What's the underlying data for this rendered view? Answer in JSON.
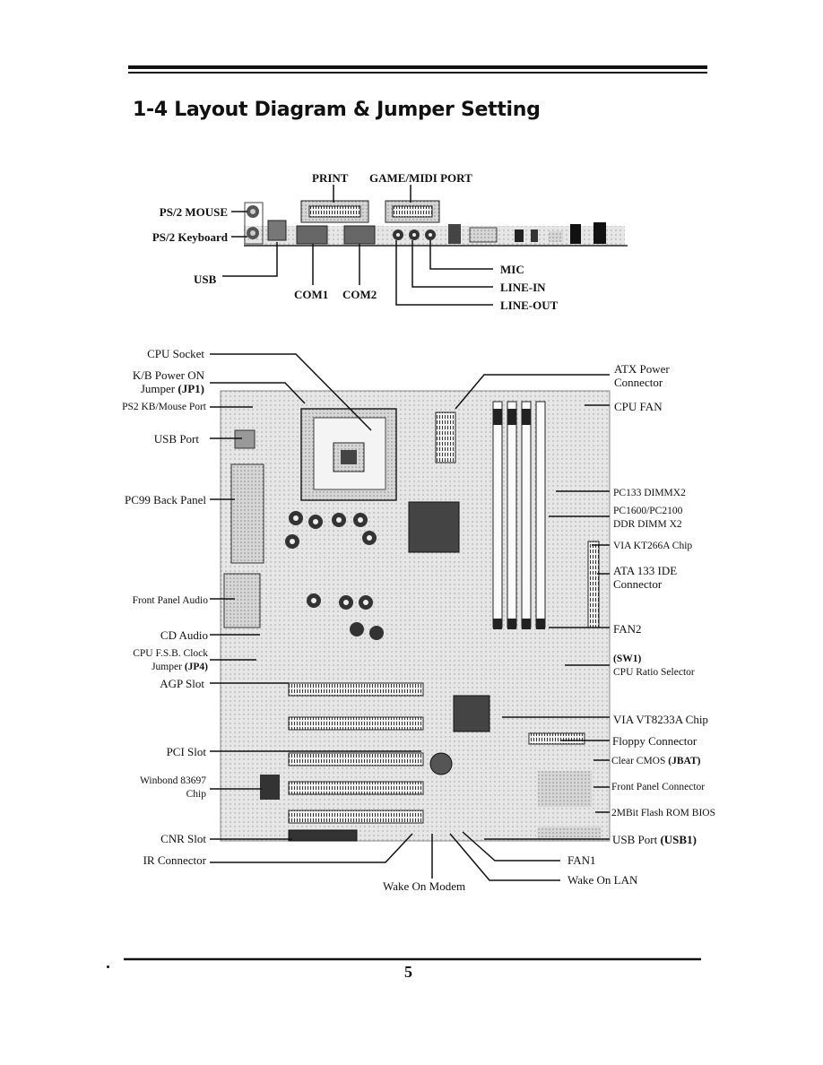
{
  "heading": "1-4 Layout Diagram & Jumper Setting",
  "io_labels": {
    "print": "PRINT",
    "game_midi": "GAME/MIDI PORT",
    "ps2_mouse": "PS/2 MOUSE",
    "ps2_keyboard": "PS/2 Keyboard",
    "usb": "USB",
    "com1": "COM1",
    "com2": "COM2",
    "mic": "MIC",
    "line_in": "LINE-IN",
    "line_out": "LINE-OUT"
  },
  "board_labels_left": {
    "cpu_socket": "CPU Socket",
    "kb_power_on_1": "K/B Power ON",
    "kb_power_on_2": "Jumper ",
    "kb_power_on_jp": "(JP1)",
    "ps2_kb_mouse_port": "PS2 KB/Mouse Port",
    "usb_port": "USB Port",
    "pc99_back_panel": "PC99 Back Panel",
    "front_panel_audio": "Front Panel Audio",
    "cd_audio": "CD Audio",
    "cpu_fsb_clock_1": "CPU F.S.B. Clock",
    "cpu_fsb_clock_2": "Jumper ",
    "cpu_fsb_clock_jp": "(JP4)",
    "agp_slot": "AGP Slot",
    "pci_slot": "PCI Slot",
    "winbond_1": "Winbond 83697",
    "winbond_2": "Chip",
    "cnr_slot": "CNR Slot",
    "ir_connector": "IR Connector"
  },
  "board_labels_right": {
    "atx_power_1": "ATX Power",
    "atx_power_2": "Connector",
    "cpu_fan": "CPU FAN",
    "pc133_dimm": "PC133 DIMMX2",
    "ddr_dimm_1": "PC1600/PC2100",
    "ddr_dimm_2": "DDR DIMM X2",
    "via_kt266a": "VIA KT266A Chip",
    "ata133_1": "ATA 133 IDE",
    "ata133_2": "Connector",
    "fan2": "FAN2",
    "sw1": "(SW1)",
    "cpu_ratio": "CPU Ratio Selector",
    "via_vt8233a": "VIA VT8233A Chip",
    "floppy": "Floppy Connector",
    "clear_cmos": "Clear CMOS ",
    "clear_cmos_jp": "(JBAT)",
    "front_panel_connector": "Front Panel Connector",
    "flash_bios": "2MBit Flash ROM BIOS",
    "usb_port_usb1": "USB Port ",
    "usb_port_usb1_jp": "(USB1)",
    "fan1": "FAN1",
    "wake_on_lan": "Wake On LAN"
  },
  "bottom_labels": {
    "wake_on_modem": "Wake On Modem"
  },
  "page_number": "5"
}
